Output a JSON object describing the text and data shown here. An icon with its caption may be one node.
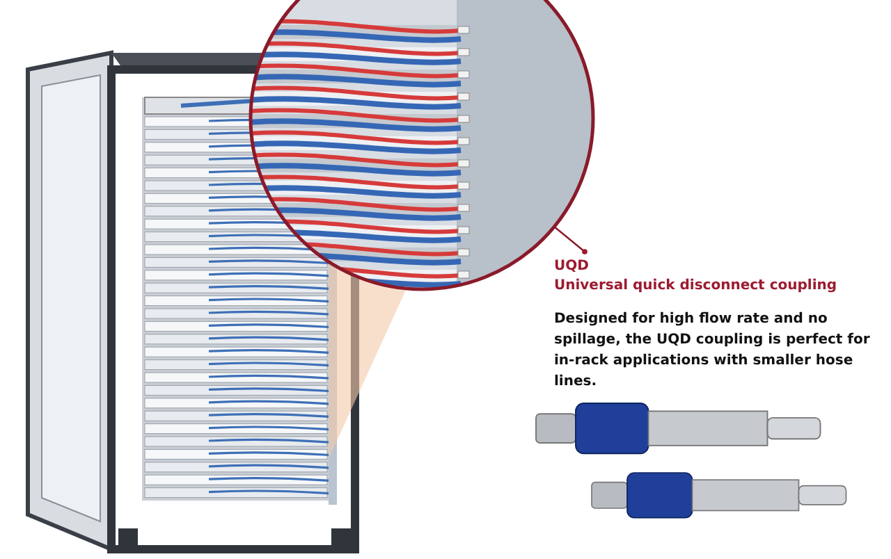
{
  "diagram": {
    "nodes": [
      {
        "text": [
          "UQD",
          "Universal quick disconnect coupling",
          "Designed for high flow rate and no spillage, the UQD coupling is perfect for in-rack applications with smaller hose lines."
        ]
      },
      {
        "text": [],
        "shape": "circle"
      }
    ],
    "edges": [
      {
        "from": 0,
        "to": 1,
        "arrow": "other"
      }
    ]
  }
}
